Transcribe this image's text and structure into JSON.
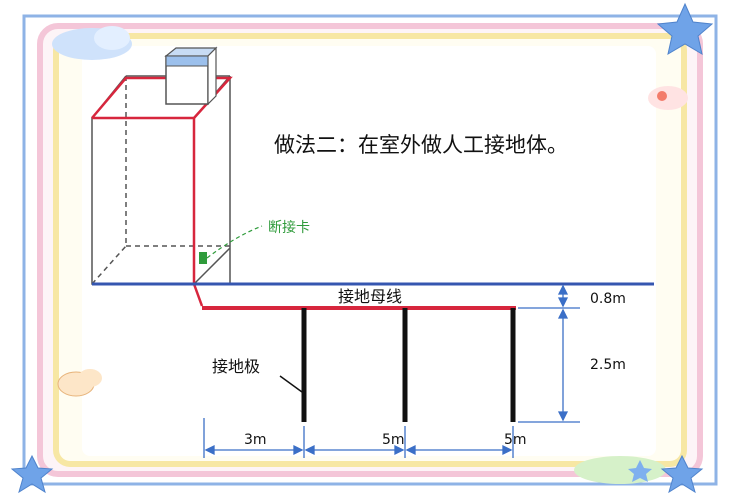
{
  "title": "做法二：在室外做人工接地体。",
  "labels": {
    "disconnect_card": "断接卡",
    "ground_bus": "接地母线",
    "ground_electrode": "接地极"
  },
  "dimensions": {
    "depth_bus": "0.8m",
    "electrode_length": "2.5m",
    "spacing_first": "3m",
    "spacing_second": "5m",
    "spacing_third": "5m"
  },
  "colors": {
    "frame_blue": "#8eb3e6",
    "frame_pink": "#f4c6d8",
    "frame_yellow": "#f7e7a4",
    "ground_line": "#3556b0",
    "bus_red": "#d7263d",
    "green": "#2f9b3b",
    "dim_blue": "#3b6fc7",
    "star": "#6fa3e8"
  },
  "icons": [
    "star-icon",
    "cloud-icon",
    "building-outline"
  ]
}
